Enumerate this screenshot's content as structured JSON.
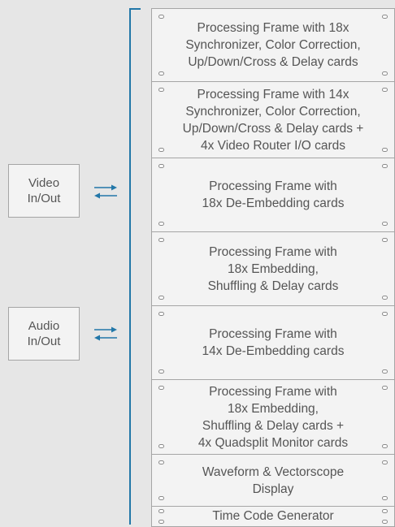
{
  "colors": {
    "bracket": "#2277a8",
    "box_fill": "#f3f3f3",
    "box_border": "#a5a5a5",
    "text": "#555555",
    "background": "#e6e6e6"
  },
  "io": [
    {
      "label": "Video\nIn/Out"
    },
    {
      "label": "Audio\nIn/Out"
    }
  ],
  "rack_units": [
    {
      "label": "Processing Frame with 18x\nSynchronizer, Color Correction,\nUp/Down/Cross & Delay cards"
    },
    {
      "label": "Processing Frame with 14x\nSynchronizer, Color Correction,\nUp/Down/Cross & Delay cards +\n4x Video Router I/O cards"
    },
    {
      "label": "Processing Frame with\n18x De-Embedding cards"
    },
    {
      "label": "Processing Frame with\n18x Embedding,\nShuffling & Delay cards"
    },
    {
      "label": "Processing Frame with\n14x De-Embedding cards"
    },
    {
      "label": "Processing Frame with\n18x Embedding,\nShuffling & Delay cards +\n4x Quadsplit Monitor cards"
    },
    {
      "label": "Waveform & Vectorscope\nDisplay"
    },
    {
      "label": "Time Code Generator"
    }
  ]
}
